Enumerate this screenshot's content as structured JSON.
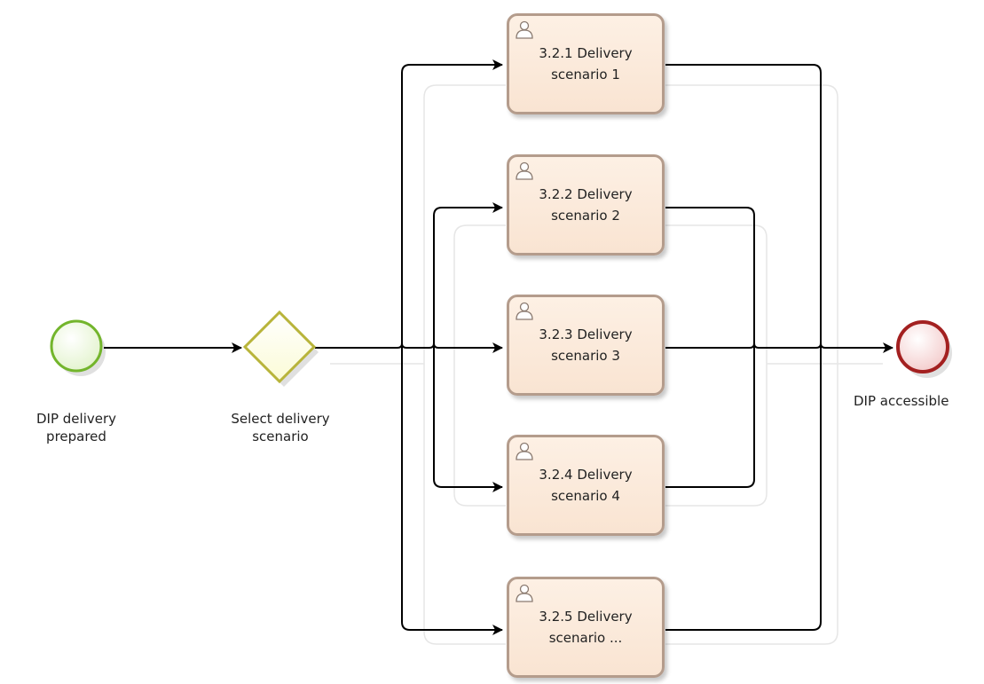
{
  "start_event": {
    "label_line1": "DIP delivery",
    "label_line2": "prepared"
  },
  "gateway": {
    "label_line1": "Select delivery",
    "label_line2": "scenario"
  },
  "end_event": {
    "label": "DIP accessible"
  },
  "tasks": [
    {
      "line1": "3.2.1 Delivery",
      "line2": "scenario 1",
      "icon": "user-icon"
    },
    {
      "line1": "3.2.2 Delivery",
      "line2": "scenario 2",
      "icon": "user-icon"
    },
    {
      "line1": "3.2.3 Delivery",
      "line2": "scenario 3",
      "icon": "user-icon"
    },
    {
      "line1": "3.2.4 Delivery",
      "line2": "scenario 4",
      "icon": "user-icon"
    },
    {
      "line1": "3.2.5 Delivery",
      "line2": "scenario ...",
      "icon": "user-icon"
    }
  ],
  "colors": {
    "start_stroke": "#73b52c",
    "start_fill": "#eef8e0",
    "gateway_stroke": "#b8b43a",
    "gateway_fill": "#fefee2",
    "end_stroke": "#a32020",
    "end_fill": "#f9e2e2",
    "task_stroke": "#b49c8c",
    "flow": "#000000"
  }
}
